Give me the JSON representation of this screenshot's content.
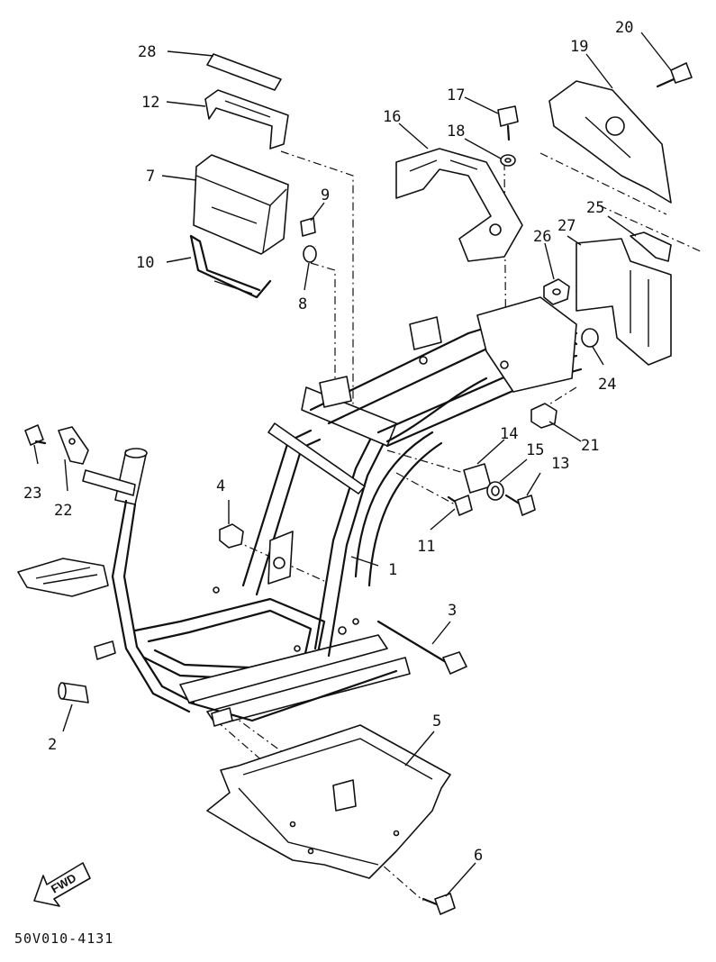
{
  "diagram": {
    "part_labels": {
      "p1": "1",
      "p2": "2",
      "p3": "3",
      "p4": "4",
      "p5": "5",
      "p6": "6",
      "p7": "7",
      "p8": "8",
      "p9": "9",
      "p10": "10",
      "p11": "11",
      "p12": "12",
      "p13": "13",
      "p14": "14",
      "p15": "15",
      "p16": "16",
      "p17": "17",
      "p18": "18",
      "p19": "19",
      "p20": "20",
      "p21": "21",
      "p22": "22",
      "p23": "23",
      "p24": "24",
      "p25": "25",
      "p26": "26",
      "p27": "27",
      "p28": "28"
    },
    "fwd_label": "FWD",
    "drawing_code": "50V010-4131"
  }
}
